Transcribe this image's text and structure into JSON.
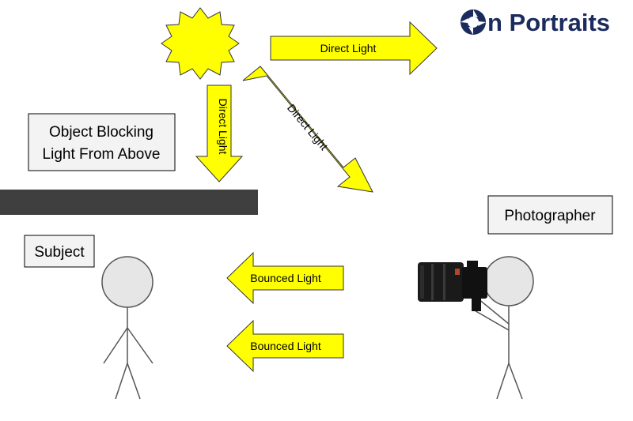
{
  "logo": {
    "text": "n Portraits",
    "color": "#1b2b5e"
  },
  "labels": {
    "object_line1": "Object Blocking",
    "object_line2": "Light From Above",
    "photographer": "Photographer",
    "subject": "Subject"
  },
  "arrows": {
    "direct_right": "Direct Light",
    "direct_down": "Direct Light",
    "direct_diagonal": "Direct Light",
    "bounced_top": "Bounced Light",
    "bounced_bottom": "Bounced Light"
  },
  "colors": {
    "light": "#ffff00",
    "blocker": "#3f3f3f",
    "box_fill": "#f3f3f3",
    "head_fill": "#e6e6e6"
  },
  "icons": {
    "sun": "sun-icon",
    "camera": "camera-icon",
    "logo_mark": "aperture-icon"
  }
}
